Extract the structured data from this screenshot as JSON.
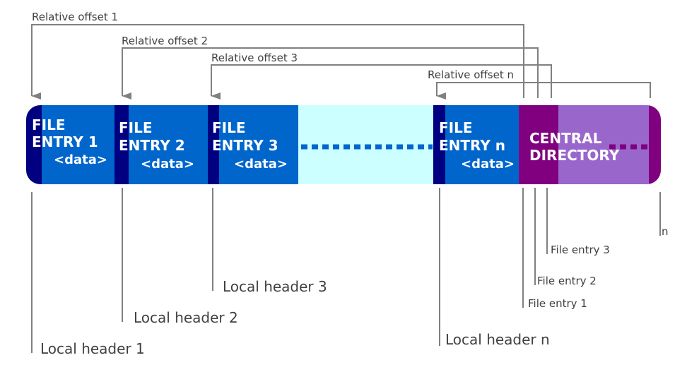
{
  "colors": {
    "local_header": "#000080",
    "file_data": "#0066CC",
    "ellipsis_area": "#CCFFFF",
    "ellipsis_dots": "#0066CC",
    "central_directory_header": "#800080",
    "central_directory_body": "#9966CC",
    "arrow_line": "#808080",
    "label_text": "#404040"
  },
  "file_entries": [
    {
      "title_line1": "FILE",
      "title_line2": "ENTRY 1",
      "data": "<data>"
    },
    {
      "title_line1": "FILE",
      "title_line2": "ENTRY 2",
      "data": "<data>"
    },
    {
      "title_line1": "FILE",
      "title_line2": "ENTRY 3",
      "data": "<data>"
    },
    {
      "title_line1": "FILE",
      "title_line2": "ENTRY n",
      "data": "<data>"
    }
  ],
  "central_directory": {
    "line1": "CENTRAL",
    "line2": "DIRECTORY"
  },
  "relative_offsets": [
    "Relative offset 1",
    "Relative offset 2",
    "Relative offset 3",
    "Relative offset n"
  ],
  "local_headers": [
    "Local header 1",
    "Local header 2",
    "Local header 3",
    "Local header n"
  ],
  "cd_entries": [
    "File entry 1",
    "File entry 2",
    "File entry 3",
    "n"
  ]
}
